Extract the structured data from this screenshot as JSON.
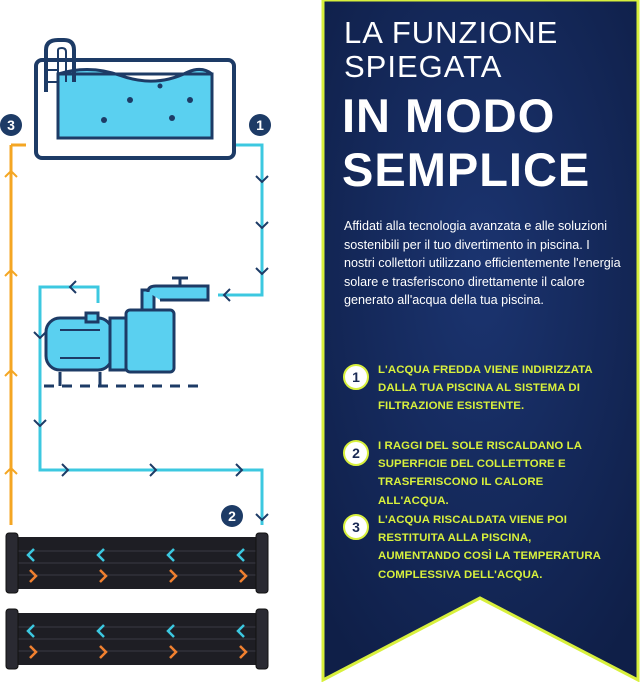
{
  "header": {
    "title_line1": "LA FUNZIONE",
    "title_line2": "SPIEGATA",
    "title_line3": "IN MODO",
    "title_line4": "SEMPLICE"
  },
  "intro_text": "Affidati alla tecnologia avanzata e alle soluzioni sostenibili per il tuo divertimento in piscina. I nostri collettori utilizzano efficientemente l'energia solare e trasferiscono direttamente il calore generato all'acqua della tua piscina.",
  "steps": [
    {
      "number": "1",
      "text": "L'ACQUA FREDDA VIENE INDIRIZZATA DALLA TUA PISCINA AL SISTEMA DI FILTRAZIONE ESISTENTE."
    },
    {
      "number": "2",
      "text": "I RAGGI DEL SOLE RISCALDANO LA SUPERFICIE DEL COLLETTORE E TRASFERISCONO IL CALORE ALL'ACQUA."
    },
    {
      "number": "3",
      "text": "L'ACQUA RISCALDATA VIENE POI RESTITUITA ALLA PISCINA, AUMENTANDO COSÌ LA TEMPERATURA COMPLESSIVA DELL'ACQUA."
    }
  ],
  "diagram_markers": [
    "1",
    "2",
    "3"
  ],
  "colors": {
    "panel_bg": "#14295a",
    "accent_lime": "#d8f03c",
    "pipe_cold": "#3cc8e0",
    "pipe_hot": "#f4a623",
    "outline": "#1d3b66",
    "water": "#5ad0f0"
  }
}
